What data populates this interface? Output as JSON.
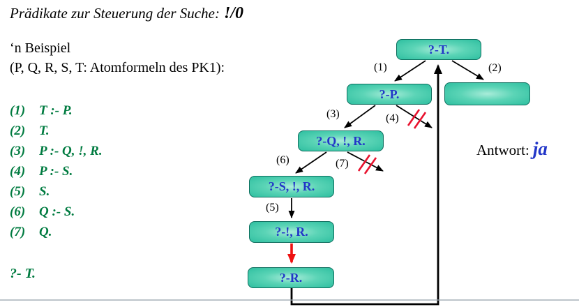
{
  "title": {
    "prefix": "Prädikate zur Steuerung der Suche:",
    "cut_symbol": "!/0"
  },
  "intro": {
    "line1": "‘n Beispiel",
    "line2": "(P, Q, R, S, T: Atomformeln des PK1):"
  },
  "clauses": [
    {
      "num": "(1)",
      "body": "T :- P."
    },
    {
      "num": "(2)",
      "body": "T."
    },
    {
      "num": "(3)",
      "body": "P :- Q, !, R."
    },
    {
      "num": "(4)",
      "body": "P :- S."
    },
    {
      "num": "(5)",
      "body": "S."
    },
    {
      "num": "(6)",
      "body": "Q :- S."
    },
    {
      "num": "(7)",
      "body": "Q."
    }
  ],
  "query": "?- T.",
  "answer": {
    "label": "Antwort:",
    "value": "ja"
  },
  "tree": {
    "nodes": {
      "t": "?-T.",
      "p": "?-P.",
      "empty": "",
      "q": "?-Q, !, R.",
      "s": "?-S, !, R.",
      "cut": "?-!, R.",
      "r": "?-R."
    },
    "edge_labels": {
      "e1": "(1)",
      "e2": "(2)",
      "e3": "(3)",
      "e4": "(4)",
      "e5": "(5)",
      "e6": "(6)",
      "e7": "(7)"
    }
  },
  "colors": {
    "node_fill": "#3EC9A7",
    "node_text": "#2236C8",
    "list_green": "#007B40",
    "answer_blue": "#2236C8",
    "cut_arrow_red": "#EE1111"
  }
}
